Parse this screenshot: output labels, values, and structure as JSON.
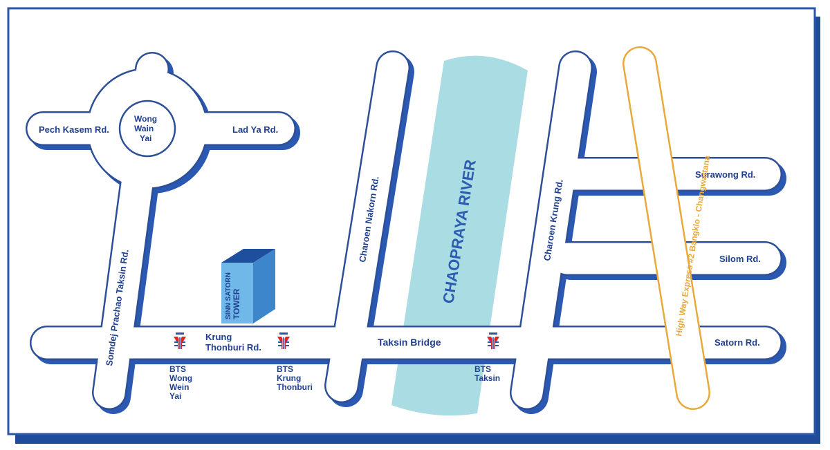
{
  "colors": {
    "frame_shadow": "#1e4c9a",
    "frame_border": "#2a55a8",
    "road_fill": "#ffffff",
    "road_outline": "#2c4f97",
    "road_shadow": "#2b58b0",
    "label": "#1f3f8f",
    "river": "#a9dce3",
    "express_outline": "#e8a93a",
    "express_label": "#e8a93a",
    "building_front": "#6fb8e8",
    "building_side": "#3d86cc",
    "building_top": "#1d4f9c",
    "bts_red": "#d9262b",
    "bts_blue": "#2a55a8"
  },
  "roads": {
    "pech_kasem": "Pech Kasem Rd.",
    "lad_ya": "Lad Ya Rd.",
    "somdej": "Somdej Prachao Taksin Rd.",
    "krung_thonburi_line1": "Krung",
    "krung_thonburi_line2": "Thonburi Rd.",
    "charoen_nakorn": "Charoen Nakorn Rd.",
    "charoen_krung": "Charoen Krung Rd.",
    "taksin_bridge": "Taksin Bridge",
    "surawong": "Surawong Rd.",
    "silom": "Silom Rd.",
    "satorn": "Satorn Rd.",
    "express": "High Way Express #2 Bangklo - Changwattana"
  },
  "roundabout": {
    "line1": "Wong",
    "line2": "Wain",
    "line3": "Yai"
  },
  "river": {
    "label": "CHAOPRAYA RIVER"
  },
  "building": {
    "line1": "SINN SATORN",
    "line2": "TOWER"
  },
  "stations": {
    "wong_wein_yai": [
      "BTS",
      "Wong",
      "Wein",
      "Yai"
    ],
    "krung_thonburi": [
      "BTS",
      "Krung",
      "Thonburi"
    ],
    "taksin": [
      "BTS",
      "Taksin"
    ]
  }
}
